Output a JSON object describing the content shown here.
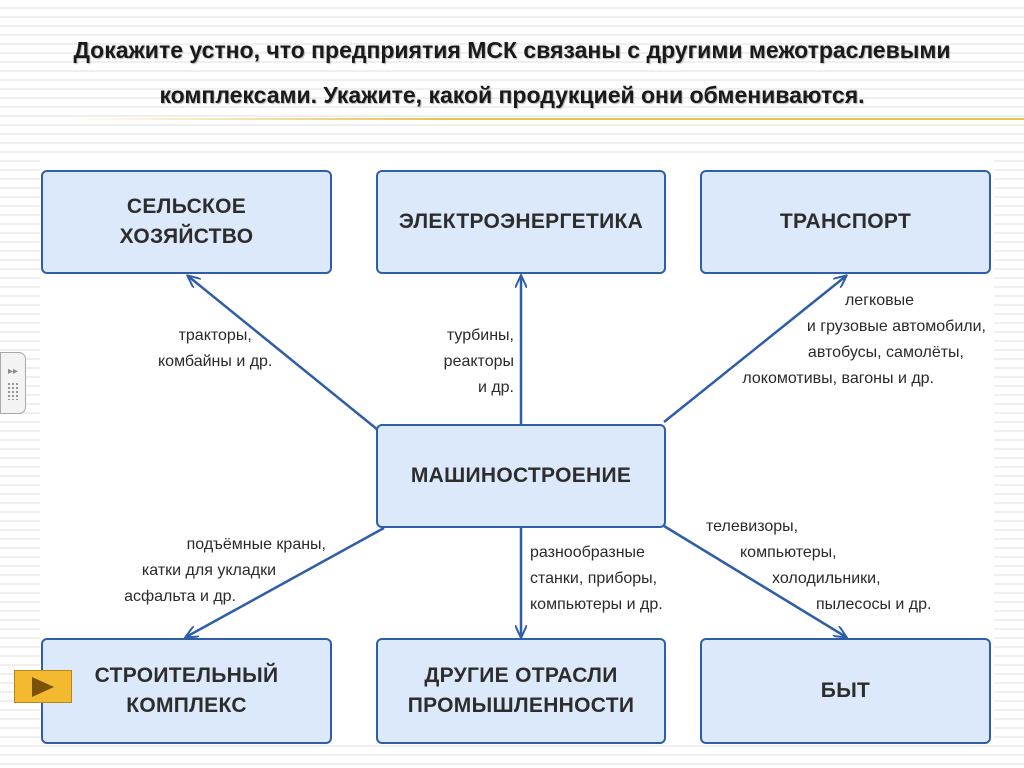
{
  "slide": {
    "title_line1": "Докажите устно, что предприятия МСК связаны с другими межотраслевыми",
    "title_line2": "комплексами. Укажите, какой продукцией они обмениваются."
  },
  "diagram": {
    "boxes": {
      "agriculture": [
        "СЕЛЬСКОЕ",
        "ХОЗЯЙСТВО"
      ],
      "energy": [
        "ЭЛЕКТРОЭНЕРГЕТИКА"
      ],
      "transport": [
        "ТРАНСПОРТ"
      ],
      "machinery": [
        "МАШИНОСТРОЕНИЕ"
      ],
      "construction": [
        "СТРОИТЕЛЬНЫЙ",
        "КОМПЛЕКС"
      ],
      "other_industries": [
        "ДРУГИЕ ОТРАСЛИ",
        "ПРОМЫШЛЕННОСТИ"
      ],
      "household": [
        "БЫТ"
      ]
    },
    "labels": {
      "agriculture": [
        "тракторы,",
        "комбайны и др."
      ],
      "energy": [
        "турбины,",
        "реакторы",
        "и др."
      ],
      "transport": [
        "легковые",
        "и грузовые автомобили,",
        "автобусы, самолёты,",
        "локомотивы, вагоны и др."
      ],
      "construction": [
        "подъёмные краны,",
        "катки для укладки",
        "асфальта и др."
      ],
      "other_industries": [
        "разнообразные",
        "станки, приборы,",
        "компьютеры и др."
      ],
      "household": [
        "телевизоры,",
        "компьютеры,",
        "холодильники,",
        "пылесосы и др."
      ]
    },
    "colors": {
      "box_fill": "#dce9fb",
      "box_border": "#2f5ea8",
      "arrow": "#2f5ea8"
    }
  },
  "controls": {
    "side_tab_icon": "double-chevron-right-icon",
    "play_icon": "play-triangle-icon",
    "play_color": "#f3b92f"
  }
}
